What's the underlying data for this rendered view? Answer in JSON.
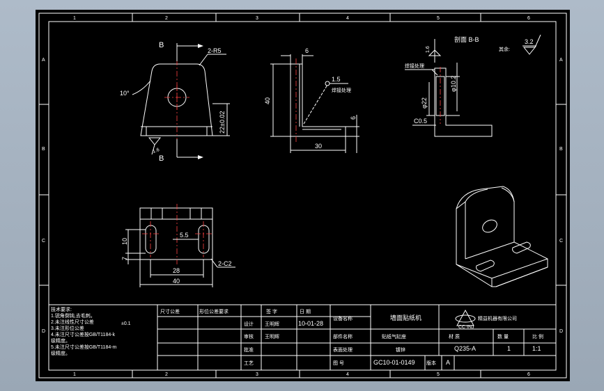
{
  "border_ticks": {
    "top": [
      "1",
      "2",
      "3",
      "4",
      "5",
      "6"
    ],
    "bottom": [
      "1",
      "2",
      "3",
      "4",
      "5",
      "6"
    ],
    "left": [
      "A",
      "B",
      "C",
      "D"
    ],
    "right": [
      "A",
      "B",
      "C",
      "D"
    ]
  },
  "front_view": {
    "section_letter_top": "B",
    "section_letter_bottom": "B",
    "fillet_label": "2-R5",
    "angle_label": "10°",
    "height_dim": "22±0.02",
    "roughness": "1.6"
  },
  "side_view": {
    "thickness_top": "6",
    "height_dim": "40",
    "weld_fillet": "1.5",
    "weld_note": "焊接处理",
    "base_thickness": "6",
    "base_length": "30"
  },
  "section_view": {
    "title": "剖面 B-B",
    "roughness": "1.6",
    "weld_label": "焊接处理",
    "dim_d10": "φ10.2",
    "dim_d22": "φ22",
    "chamfer": "C0.5"
  },
  "roughness_remainder": {
    "label": "其余:",
    "value": "3.2"
  },
  "plan_view": {
    "dim_10": "10",
    "dim_7": "7",
    "dim_55": "5.5",
    "dim_28": "28",
    "dim_40": "40",
    "chamfer": "2-C2"
  },
  "tech_notes": {
    "title": "技术要求:",
    "lines": [
      "1.锐角倒钝,去毛刺。",
      "2.未注线性尺寸公差",
      "3.未注形位公差",
      "4.未注尺寸公差按GB/T1184-k",
      "级精度。",
      "5.未注尺寸公差按GB/T1184-m",
      "级精度。"
    ],
    "tolerance": "±0.1"
  },
  "title_block": {
    "h_size": "尺寸公差",
    "h_fit": "形位公差要求",
    "sign_label": "签 字",
    "date_label": "日 期",
    "design_label": "设计",
    "design_name": "王明辉",
    "date_value": "10-01-28",
    "check_label": "审核",
    "check_name": "王明辉",
    "approve_label": "批准",
    "craft_label": "工艺",
    "device_name_label": "设备名称",
    "device_name": "墙面贴纸机",
    "assembly_label": "部件名称",
    "assembly_name": "贴纸气缸座",
    "surface_label": "表面处理",
    "surface_value": "镀锌",
    "drawing_no_label": "图 号",
    "drawing_no": "GC10-01-0149",
    "version_label": "版本",
    "version_value": "A",
    "material_label": "材 质",
    "quantity_label": "数 量",
    "scale_label": "比 例",
    "material": "Q235-A",
    "quantity": "1",
    "scale": "1:1",
    "company": "精益机器有限公司",
    "logo_text": "CC INJ"
  },
  "colors": {
    "paper": "#000000",
    "line": "#ffffff",
    "dimension": "#ffff66",
    "centerline": "#ff4040",
    "viewport_bg": "#a9b6c4"
  }
}
